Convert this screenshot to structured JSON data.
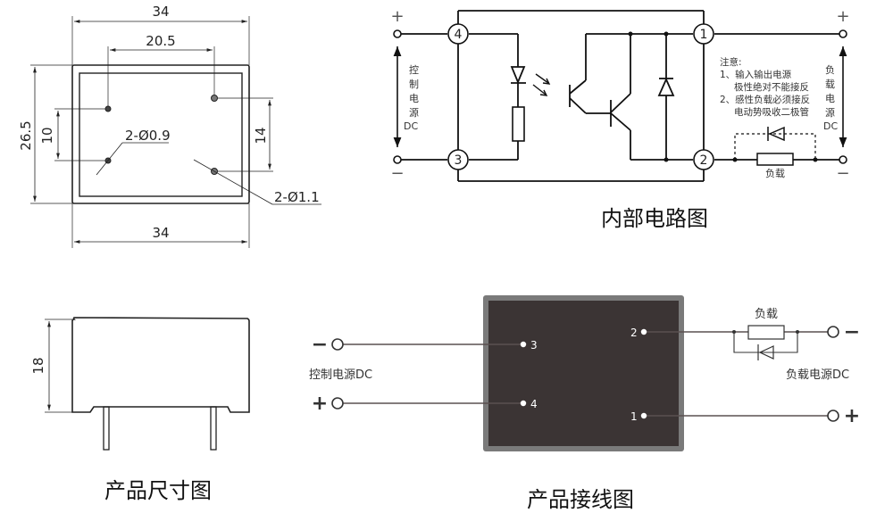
{
  "top_view": {
    "top_width": "34",
    "pin_spacing_h": "20.5",
    "overall_height": "26.5",
    "left_pin_spacing_v": "10",
    "right_pin_spacing_v": "14",
    "small_pin_dia": "2-Ø0.9",
    "large_pin_dia": "2-Ø1.1",
    "bottom_width": "34"
  },
  "side_view": {
    "height": "18",
    "caption": "产品尺寸图"
  },
  "internal_circuit": {
    "caption": "内部电路图",
    "left_plus": "+",
    "left_minus": "−",
    "right_plus": "+",
    "right_minus": "−",
    "control_label": [
      "控",
      "制",
      "电",
      "源",
      "DC"
    ],
    "load_supply_label": [
      "负",
      "载",
      "电",
      "源",
      "DC"
    ],
    "pins": [
      "4",
      "3",
      "1",
      "2"
    ],
    "load_label": "负载",
    "notes": {
      "title": "注意:",
      "line1": "1、输入输出电源",
      "line1b": "极性绝对不能接反",
      "line2": "2、感性负载必须接反",
      "line2b": "电动势吸收二极管"
    }
  },
  "wiring": {
    "caption": "产品接线图",
    "control_label": "控制电源DC",
    "load_supply_label": "负载电源DC",
    "load_label": "负载",
    "left_minus": "−",
    "left_plus": "+",
    "right_minus": "−",
    "right_plus": "+",
    "pin3": "3",
    "pin4": "4",
    "pin2": "2",
    "pin1": "1",
    "colors": {
      "body_fill": "#3b3434",
      "body_border": "#7a7a7a",
      "wire": "#5a5050"
    }
  }
}
